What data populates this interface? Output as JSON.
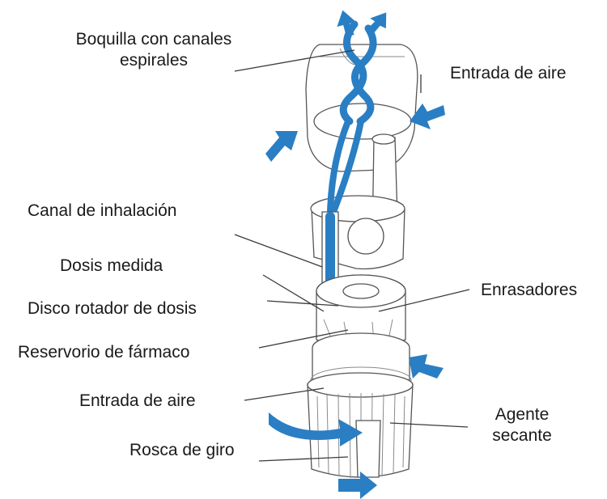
{
  "labels": {
    "mouthpiece": "Boquilla con canales espirales",
    "air_inlet_top": "Entrada de aire",
    "inhalation_channel": "Canal de inhalación",
    "metered_dose": "Dosis medida",
    "dose_disc": "Disco rotador de dosis",
    "drug_reservoir": "Reservorio de fármaco",
    "scrapers": "Enrasadores",
    "air_inlet_bottom": "Entrada de aire",
    "desiccant": "Agente secante",
    "turning_grip": "Rosca de giro"
  },
  "colors": {
    "accent_blue": "#2a7ec3",
    "outline": "#555555",
    "text": "#1a1a1a"
  }
}
